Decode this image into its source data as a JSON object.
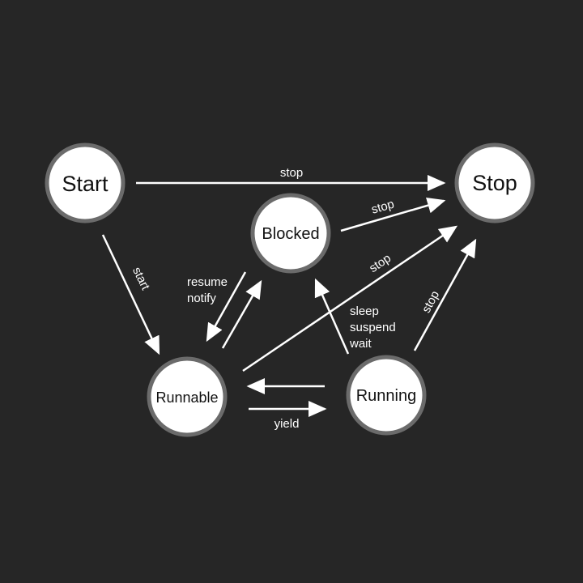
{
  "colors": {
    "background": "#262626",
    "node_fill": "#ffffff",
    "node_stroke": "#6b6b6b",
    "edge": "#ffffff",
    "label_text": "#ffffff"
  },
  "nodes": {
    "start": "Start",
    "stop": "Stop",
    "blocked": "Blocked",
    "runnable": "Runnable",
    "running": "Running"
  },
  "edges": {
    "start_to_stop": "stop",
    "blocked_to_stop": "stop",
    "runnable_to_stop": "stop",
    "running_to_stop": "stop",
    "start_to_runnable": "start",
    "blocked_to_runnable": [
      "resume",
      "notify"
    ],
    "running_to_blocked": [
      "sleep",
      "suspend",
      "wait"
    ],
    "runnable_to_running": "yield"
  }
}
